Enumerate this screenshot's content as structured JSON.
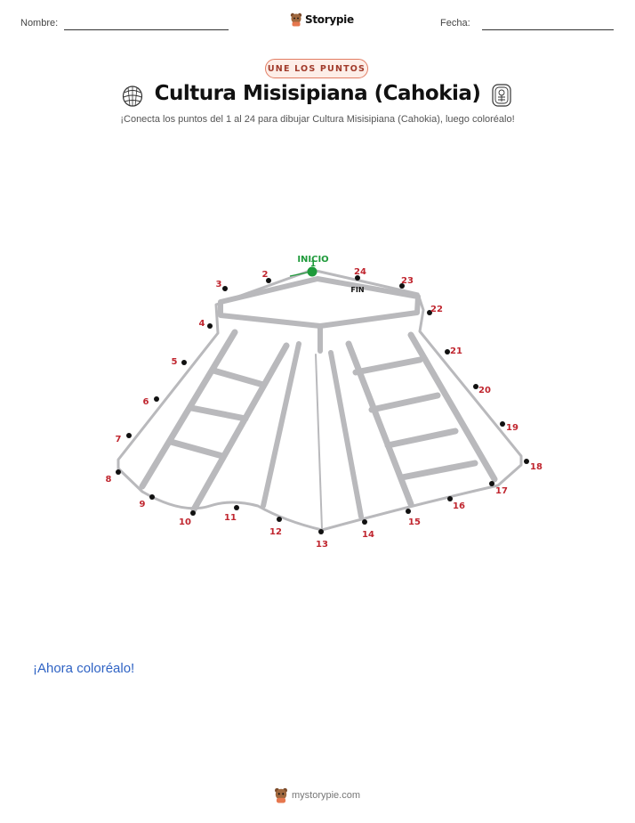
{
  "header": {
    "name_label": "Nombre:",
    "date_label": "Fecha:",
    "brand": "Storypie"
  },
  "badge": "UNE LOS PUNTOS",
  "title": "Cultura Misisipiana (Cahokia)",
  "subtitle": "¡Conecta los puntos del 1 al 24 para dibujar Cultura Misisipiana (Cahokia), luego coloréalo!",
  "puzzle": {
    "start_label": "INICIO",
    "end_label": "FIN",
    "dots": [
      {
        "n": "1"
      },
      {
        "n": "2"
      },
      {
        "n": "3"
      },
      {
        "n": "4"
      },
      {
        "n": "5"
      },
      {
        "n": "6"
      },
      {
        "n": "7"
      },
      {
        "n": "8"
      },
      {
        "n": "9"
      },
      {
        "n": "10"
      },
      {
        "n": "11"
      },
      {
        "n": "12"
      },
      {
        "n": "13"
      },
      {
        "n": "14"
      },
      {
        "n": "15"
      },
      {
        "n": "16"
      },
      {
        "n": "17"
      },
      {
        "n": "18"
      },
      {
        "n": "19"
      },
      {
        "n": "20"
      },
      {
        "n": "21"
      },
      {
        "n": "22"
      },
      {
        "n": "23"
      },
      {
        "n": "24"
      }
    ]
  },
  "cta": "¡Ahora coloréalo!",
  "footer": "mystorypie.com",
  "colors": {
    "badge_border": "#e27d63",
    "badge_text": "#a13a2a",
    "dot_label": "#c0262f",
    "start": "#1e9a3a",
    "outline": "#b9b9bc",
    "cta": "#2f63c4"
  }
}
